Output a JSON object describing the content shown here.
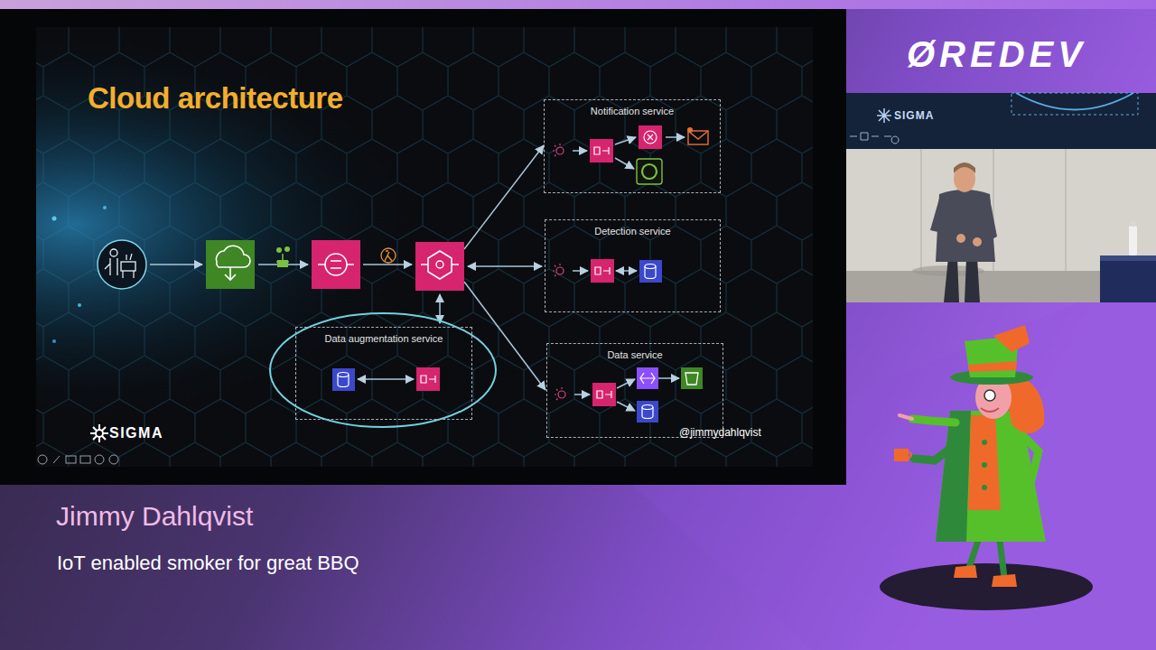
{
  "diagram": {
    "title": "Cloud architecture",
    "nodes": [
      {
        "text": [
          "Notification service"
        ]
      },
      {
        "text": [
          "Detection service"
        ]
      },
      {
        "text": [
          "Data augmentation service"
        ]
      },
      {
        "text": [
          "Data service"
        ]
      }
    ],
    "labels": [
      "SIGMA",
      "@jimmydahlqvist",
      "ØREDEV",
      "SIGMA",
      "Jimmy Dahlqvist",
      "IoT enabled smoker for great BBQ"
    ]
  }
}
